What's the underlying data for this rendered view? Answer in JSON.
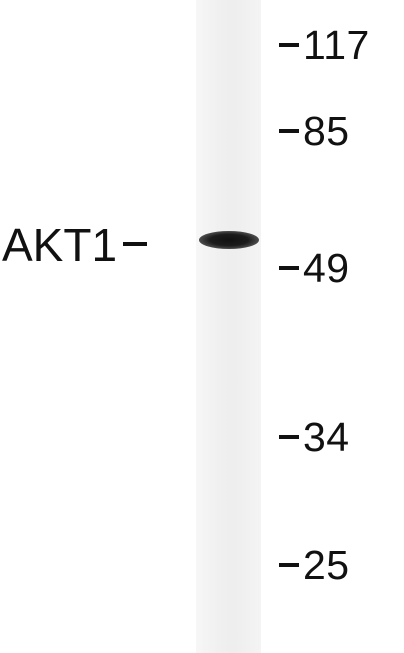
{
  "blot": {
    "band_label": "AKT1",
    "markers": [
      {
        "value": "117"
      },
      {
        "value": "85"
      },
      {
        "value": "49"
      },
      {
        "value": "34"
      },
      {
        "value": "25"
      }
    ]
  },
  "colors": {
    "background": "#ffffff",
    "lane": "#efefef",
    "band": "#111111",
    "text": "#111111"
  }
}
